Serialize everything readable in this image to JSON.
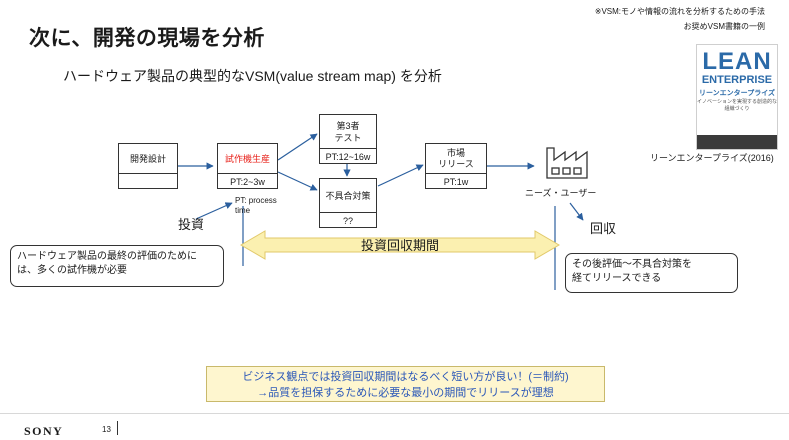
{
  "title": "次に、開発の現場を分析",
  "subtitle": "ハードウェア製品の典型的なVSM(value stream map) を分析",
  "note_vsm": "※VSM:モノや情報の流れを分析するための手法",
  "note_book": "お奨めVSM書籍の一例",
  "book": {
    "line1": "LEAN",
    "line2": "ENTERPRISE",
    "line3": "リーンエンタープライズ",
    "line4": "イノベーションを実現する創造的な組織づくり",
    "caption": "リーンエンタープライズ(2016)"
  },
  "process": {
    "dev_design": {
      "name": "開発設計",
      "info": ""
    },
    "prototype": {
      "name": "試作機生産",
      "info": "PT:2~3w"
    },
    "third_party": {
      "name": "第3者\nテスト",
      "info": "PT:12~16w"
    },
    "defect": {
      "name": "不具合対策",
      "info": "??"
    },
    "release": {
      "name": "市場\nリリース",
      "info": "PT:1w"
    }
  },
  "factory_label": "ニーズ・ユーザー",
  "pt_note": "PT: process\ntime",
  "investment_label": "投資",
  "recovery_label": "回収",
  "payback_label": "投資回収期間",
  "callout_left": "ハードウェア製品の最終の評価のために\nは、多くの試作機が必要",
  "callout_right": "その後評価～不具合対策を\n経てリリースできる",
  "bottom_note": {
    "line1": "ビジネス観点では投資回収期間はなるべく短い方が良い！(＝制約)",
    "line2": "→品質を担保するために必要な最小の期間でリリースが理想"
  },
  "footer": {
    "brand": "SONY",
    "page": "13"
  },
  "colors": {
    "arrow": "#2b5f9e",
    "highlight": "#e8221b",
    "note_bg": "#fef6cf",
    "payback_arrow": "#fbf0b0"
  }
}
